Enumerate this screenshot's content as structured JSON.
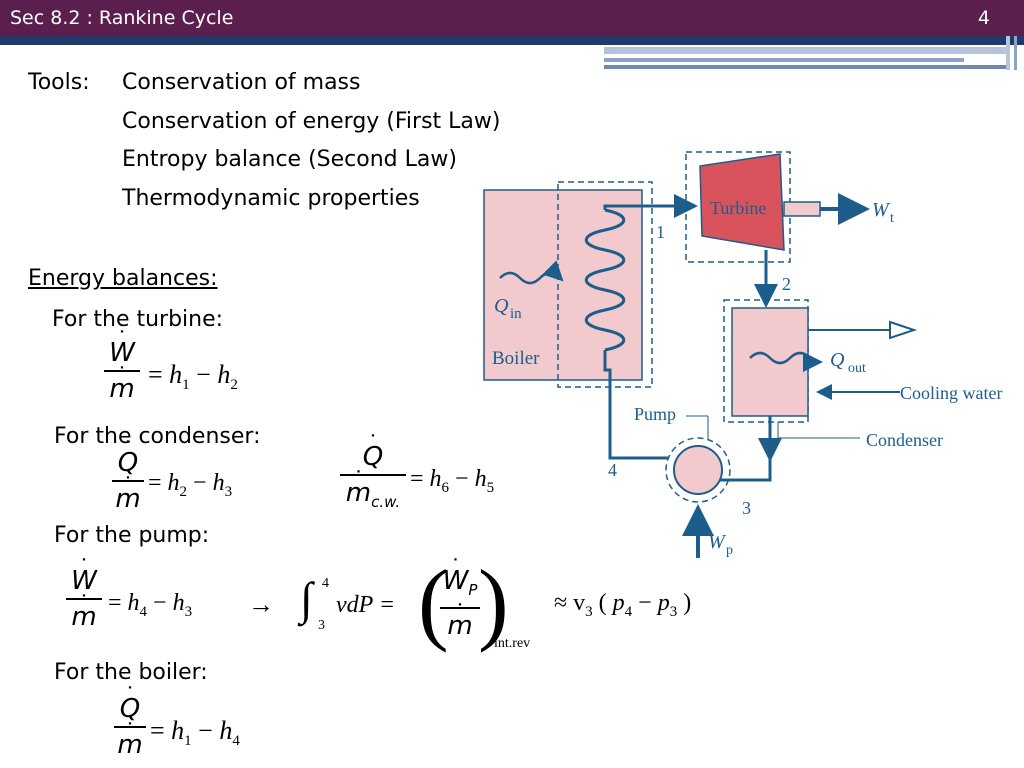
{
  "header": {
    "title": "Sec 8.2 : Rankine Cycle",
    "page_number": "4"
  },
  "tools": {
    "label": "Tools:",
    "items": [
      "Conservation of mass",
      "Conservation of energy (First Law)",
      "Entropy balance (Second Law)",
      "Thermodynamic properties"
    ]
  },
  "energy_balances": {
    "heading": "Energy balances:",
    "turbine": {
      "label": "For the turbine:",
      "num": "W",
      "den": "m",
      "rhs": [
        "h",
        "1",
        "h",
        "2"
      ]
    },
    "condenser": {
      "label": "For the condenser:",
      "eq1": {
        "num": "Q",
        "den": "m",
        "rhs": [
          "h",
          "2",
          "h",
          "3"
        ]
      },
      "eq2": {
        "num": "Q",
        "den": "m",
        "den_sub": "c.w.",
        "rhs": [
          "h",
          "6",
          "h",
          "5"
        ]
      }
    },
    "pump": {
      "label": "For the pump:",
      "num": "W",
      "den": "m",
      "rhs": [
        "h",
        "4",
        "h",
        "3"
      ],
      "arrow": "→",
      "integral": {
        "upper": "4",
        "lower": "3",
        "body": "vdP ="
      },
      "frac": {
        "num": "W",
        "num_sub": "P",
        "den": "m"
      },
      "subscript": "int.rev",
      "approx": "≈ v",
      "approx_sub": "3",
      "paren": [
        "p",
        "4",
        "p",
        "3"
      ]
    },
    "boiler": {
      "label": "For the boiler:",
      "num": "Q",
      "den": "m",
      "rhs": [
        "h",
        "1",
        "h",
        "4"
      ]
    }
  },
  "diagram": {
    "turbine": "Turbine",
    "boiler": "Boiler",
    "pump": "Pump",
    "condenser": "Condenser",
    "cooling_water": "Cooling water",
    "q_in": "Q",
    "q_in_sub": "in",
    "q_out": "Q",
    "q_out_sub": "out",
    "w_t": "W",
    "w_t_sub": "t",
    "w_p": "W",
    "w_p_sub": "p",
    "states": [
      "1",
      "2",
      "3",
      "4"
    ],
    "colors": {
      "fill": "#f2c9cc",
      "turbine": "#d9535c",
      "pipe": "#1d5d8c",
      "dash": "#1d5d8c"
    }
  }
}
